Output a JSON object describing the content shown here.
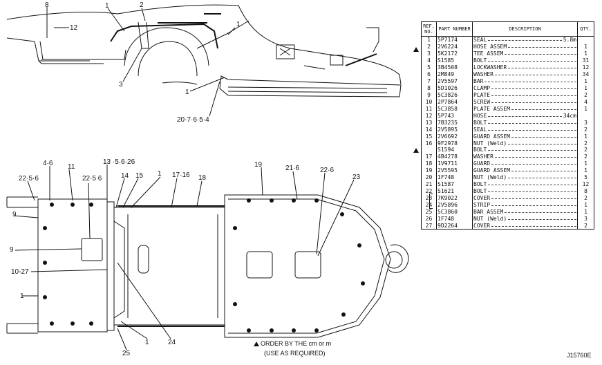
{
  "callouts": [
    {
      "id": "c8",
      "text": "8"
    },
    {
      "id": "c12",
      "text": "12"
    },
    {
      "id": "c1a",
      "text": "1"
    },
    {
      "id": "c2",
      "text": "2"
    },
    {
      "id": "c1b",
      "text": "1"
    },
    {
      "id": "c3",
      "text": "3"
    },
    {
      "id": "c1c",
      "text": "1"
    },
    {
      "id": "c20",
      "text": "20·7·6·5·4"
    },
    {
      "id": "c46",
      "text": "4·6"
    },
    {
      "id": "c11",
      "text": "11"
    },
    {
      "id": "c2256a",
      "text": "22·5·6"
    },
    {
      "id": "c2256b",
      "text": "22·5 6"
    },
    {
      "id": "c13",
      "text": "13 ·5·6·26"
    },
    {
      "id": "c14",
      "text": "14"
    },
    {
      "id": "c15",
      "text": "15"
    },
    {
      "id": "c1d",
      "text": "1"
    },
    {
      "id": "c1716",
      "text": "17·16"
    },
    {
      "id": "c18",
      "text": "18"
    },
    {
      "id": "c19",
      "text": "19"
    },
    {
      "id": "c216",
      "text": "21·6"
    },
    {
      "id": "c226",
      "text": "22·6"
    },
    {
      "id": "c23",
      "text": "23"
    },
    {
      "id": "c9a",
      "text": "9"
    },
    {
      "id": "c9b",
      "text": "9"
    },
    {
      "id": "c1027",
      "text": "10-27"
    },
    {
      "id": "c1e",
      "text": "1"
    },
    {
      "id": "c24",
      "text": "24"
    },
    {
      "id": "c1f",
      "text": "1"
    },
    {
      "id": "c25",
      "text": "25"
    }
  ],
  "table": {
    "headers": {
      "ref": "REF. NO.",
      "part": "PART NUMBER",
      "desc": "DESCRIPTION",
      "qty": "QTY."
    },
    "rows": [
      {
        "ref": "1",
        "part": "5P7174",
        "desc": "SEAL",
        "extra": "5.8m",
        "qty": ""
      },
      {
        "ref": "2",
        "part": "2V6224",
        "desc": "HOSE ASSEM",
        "extra": "",
        "qty": "1"
      },
      {
        "ref": "3",
        "part": "5K2172",
        "desc": "TEE ASSEM",
        "extra": "",
        "qty": "1"
      },
      {
        "ref": "4",
        "part": "S1585",
        "desc": "BOLT",
        "extra": "",
        "qty": "31"
      },
      {
        "ref": "5",
        "part": "3B4508",
        "desc": "LOCKWASHER",
        "extra": "",
        "qty": "12"
      },
      {
        "ref": "6",
        "part": "2M849",
        "desc": "WASHER",
        "extra": "",
        "qty": "34"
      },
      {
        "ref": "7",
        "part": "2V5597",
        "desc": "BAR",
        "extra": "",
        "qty": "1"
      },
      {
        "ref": "8",
        "part": "5D1026",
        "desc": "CLAMP",
        "extra": "",
        "qty": "1"
      },
      {
        "ref": "9",
        "part": "5C3826",
        "desc": "PLATE",
        "extra": "",
        "qty": "2"
      },
      {
        "ref": "10",
        "part": "2P7864",
        "desc": "SCREW",
        "extra": "",
        "qty": "4"
      },
      {
        "ref": "11",
        "part": "5C3858",
        "desc": "PLATE ASSEM",
        "extra": "",
        "qty": "1"
      },
      {
        "ref": "12",
        "part": "5P743",
        "desc": "HOSE",
        "extra": "34cm",
        "qty": ""
      },
      {
        "ref": "13",
        "part": "7B3235",
        "desc": "BOLT",
        "extra": "",
        "qty": "3"
      },
      {
        "ref": "14",
        "part": "2V5895",
        "desc": "SEAL",
        "extra": "",
        "qty": "2"
      },
      {
        "ref": "15",
        "part": "2V6692",
        "desc": "GUARD ASSEM",
        "extra": "",
        "qty": "1"
      },
      {
        "ref": "16",
        "part": "9F2978",
        "desc": "NUT (Weld)",
        "extra": "",
        "qty": "2"
      },
      {
        "ref": "",
        "part": "S1594",
        "desc": "BOLT",
        "extra": "",
        "qty": "2"
      },
      {
        "ref": "17",
        "part": "4B4278",
        "desc": "WASHER",
        "extra": "",
        "qty": "2"
      },
      {
        "ref": "18",
        "part": "1V9711",
        "desc": "GUARD",
        "extra": "",
        "qty": "1"
      },
      {
        "ref": "19",
        "part": "2V5595",
        "desc": "GUARD ASSEM",
        "extra": "",
        "qty": "1"
      },
      {
        "ref": "20",
        "part": "1F748",
        "desc": "NUT (Weld)",
        "extra": "",
        "qty": "5"
      },
      {
        "ref": "21",
        "part": "S1587",
        "desc": "BOLT",
        "extra": "",
        "qty": "12"
      },
      {
        "ref": "22",
        "part": "S1621",
        "desc": "BOLT",
        "extra": "",
        "qty": "8"
      },
      {
        "ref": "23",
        "part": "7K9022",
        "desc": "COVER",
        "extra": "",
        "qty": "2"
      },
      {
        "ref": "24",
        "part": "2V5896",
        "desc": "STRIP",
        "extra": "",
        "qty": "1"
      },
      {
        "ref": "25",
        "part": "5C3860",
        "desc": "BAR ASSEM",
        "extra": "",
        "qty": "1"
      },
      {
        "ref": "26",
        "part": "1F748",
        "desc": "NUT (Weld)",
        "extra": "",
        "qty": "3"
      },
      {
        "ref": "27",
        "part": "9D2264",
        "desc": "COVER",
        "extra": "",
        "qty": "2"
      }
    ]
  },
  "note": {
    "line1": "ORDER BY THE cm or m",
    "line2": "(USE AS REQUIRED)"
  },
  "drawing_id": "J15760E",
  "colors": {
    "ink": "#111111",
    "paper": "#ffffff"
  }
}
